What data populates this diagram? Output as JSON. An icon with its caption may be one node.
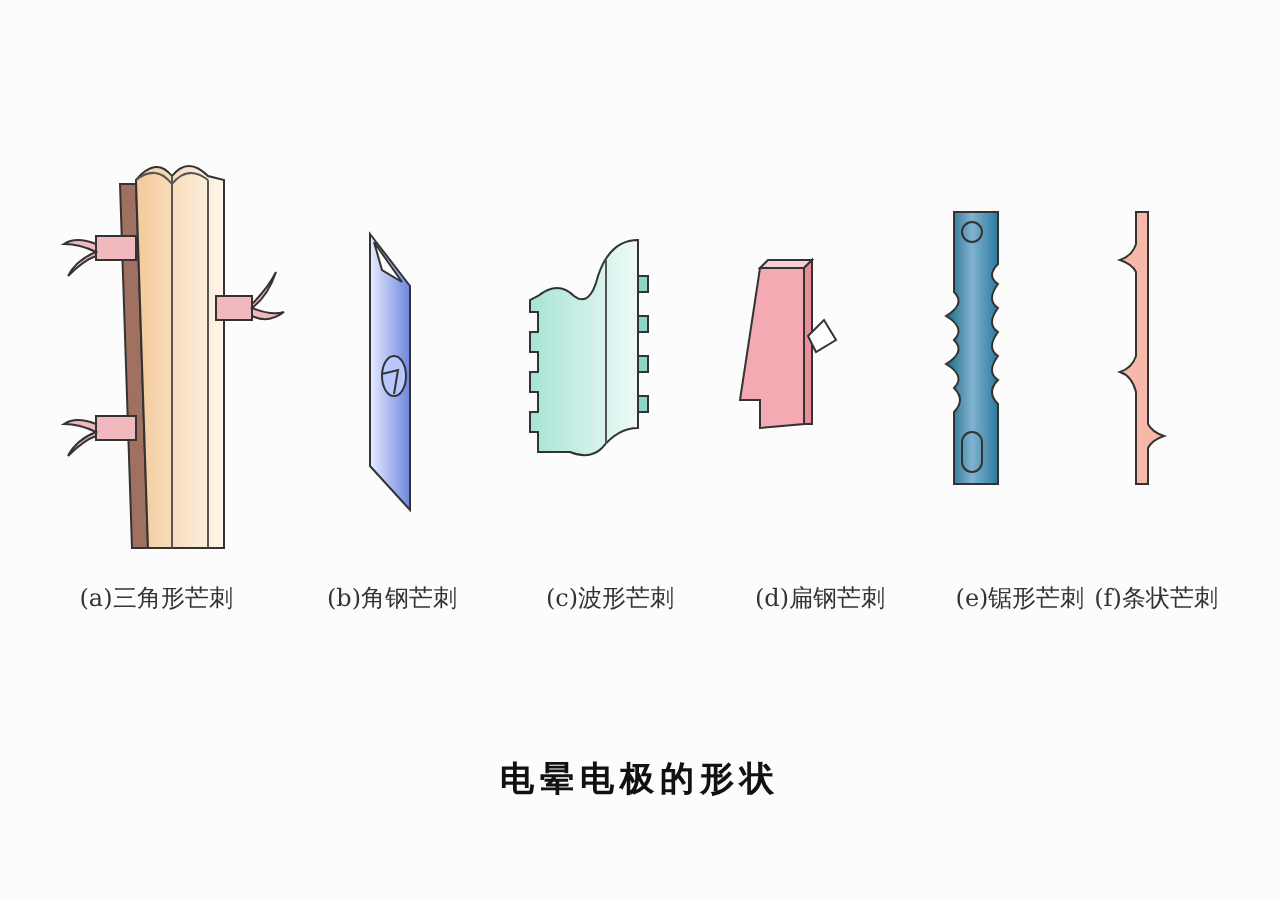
{
  "diagram": {
    "caption": "电晕电极的形状",
    "labels": [
      "(a)三角形芒刺",
      "(b)角钢芒刺",
      "(c)波形芒刺",
      "(d)扁钢芒刺",
      "(e)锯形芒刺",
      "(f)条状芒刺"
    ]
  }
}
